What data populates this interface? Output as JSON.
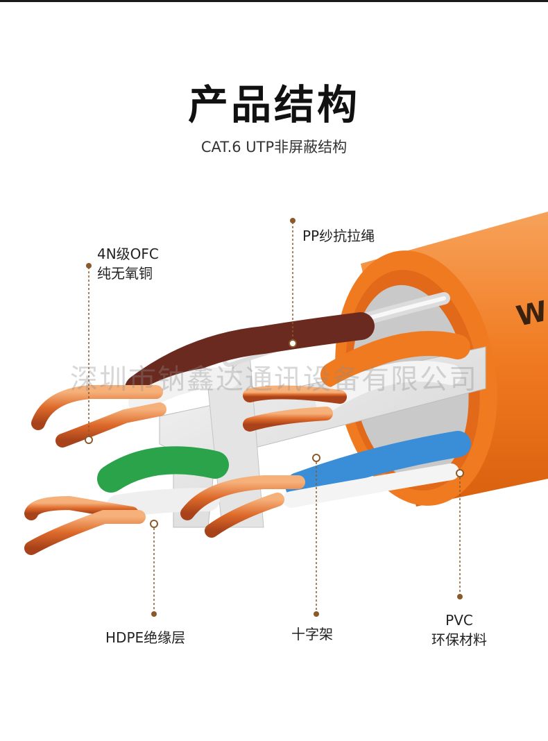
{
  "page": {
    "title": "产品结构",
    "subtitle": "CAT.6 UTP非屏蔽结构",
    "watermark": "深圳市钠鑫达通讯设备有限公司",
    "cable_print": "W"
  },
  "labels": {
    "ofc_line1": "4N级OFC",
    "ofc_line2": "纯无氧铜",
    "pp_rope": "PP纱抗拉绳",
    "hdpe": "HDPE绝缘层",
    "cross": "十字架",
    "pvc_line1": "PVC",
    "pvc_line2": "环保材料"
  },
  "colors": {
    "accent": "#8a5a2b",
    "jacket": "#f07a20",
    "copper": "#e06a2a",
    "green": "#2aa34a",
    "blue": "#3a8ed8",
    "brown": "#6b2a20"
  }
}
